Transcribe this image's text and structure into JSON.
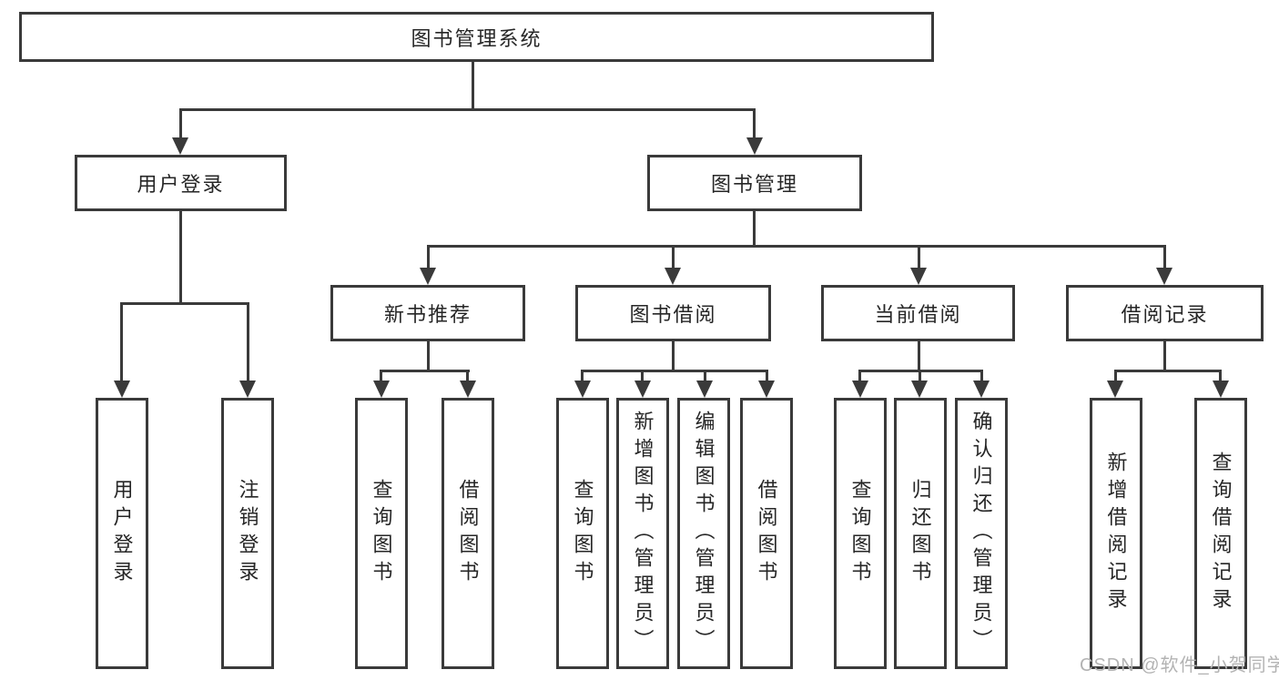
{
  "tree": {
    "root": {
      "label": "图书管理系统"
    },
    "branches": [
      {
        "label": "用户登录",
        "leaves": [
          {
            "label": "用户登录"
          },
          {
            "label": "注销登录"
          }
        ]
      },
      {
        "label": "图书管理",
        "groups": [
          {
            "label": "新书推荐",
            "leaves": [
              {
                "label": "查询图书"
              },
              {
                "label": "借阅图书"
              }
            ]
          },
          {
            "label": "图书借阅",
            "leaves": [
              {
                "label": "查询图书"
              },
              {
                "label": "新增图书（管理员）"
              },
              {
                "label": "编辑图书（管理员）"
              },
              {
                "label": "借阅图书"
              }
            ]
          },
          {
            "label": "当前借阅",
            "leaves": [
              {
                "label": "查询图书"
              },
              {
                "label": "归还图书"
              },
              {
                "label": "确认归还（管理员）"
              }
            ]
          },
          {
            "label": "借阅记录",
            "leaves": [
              {
                "label": "新增借阅记录"
              },
              {
                "label": "查询借阅记录"
              }
            ]
          }
        ]
      }
    ]
  },
  "watermark": {
    "text": "CSDN @软件_小贺同学"
  },
  "colors": {
    "line": "#3a3a3a",
    "text": "#262626",
    "watermark_text": "#b3b3b3",
    "background": "#ffffff"
  }
}
